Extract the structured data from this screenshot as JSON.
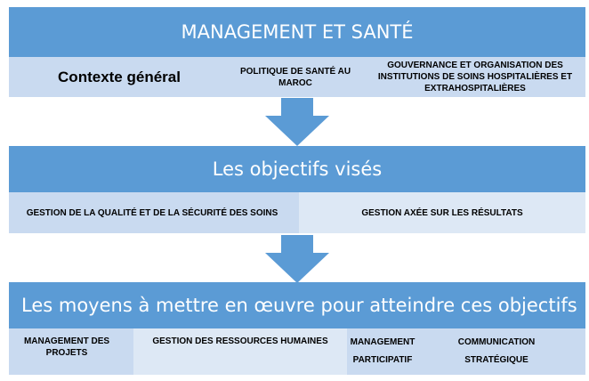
{
  "section1": {
    "title": "MANAGEMENT ET SANTÉ",
    "items": [
      "Contexte général",
      "POLITIQUE DE SANTÉ AU MAROC",
      "GOUVERNANCE  ET ORGANISATION DES INSTITUTIONS DE SOINS HOSPITALIÈRES ET EXTRAHOSPITALIÈRES"
    ]
  },
  "section2": {
    "title": "Les objectifs visés",
    "items": [
      "GESTION DE LA QUALITÉ ET DE LA SÉCURITÉ DES SOINS",
      "GESTION AXÉE SUR LES RÉSULTATS"
    ]
  },
  "section3": {
    "title": "Les moyens à mettre en œuvre pour atteindre ces objectifs",
    "items": [
      "MANAGEMENT DES PROJETS",
      "GESTION DES RESSOURCES HUMAINES",
      "MANAGEMENT PARTICIPATIF",
      "COMMUNICATION STRATÉGIQUE"
    ]
  },
  "colors": {
    "band": "#5b9bd5",
    "sub_band": "#c9daf0",
    "arrow": "#5b9bd5"
  }
}
